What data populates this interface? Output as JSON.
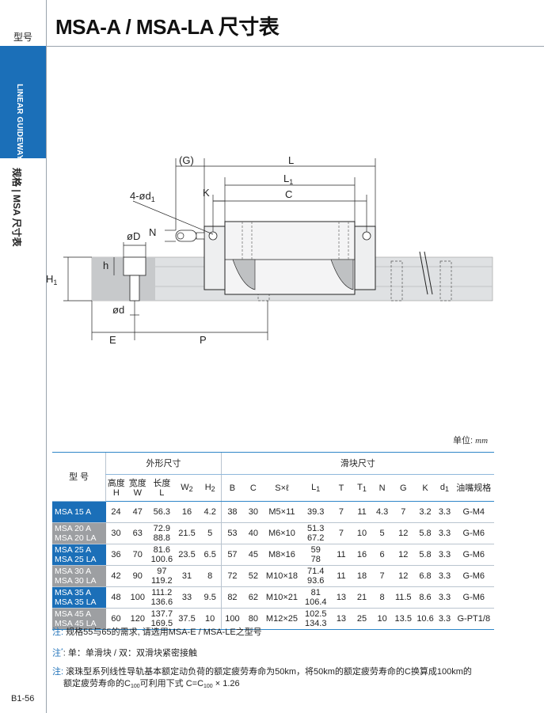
{
  "sidebar": {
    "label": "型号",
    "vertical_en": "LINEAR GUIDEWAY",
    "vertical_cn": "规格 | MSA 尺寸表",
    "page_number": "B1-56"
  },
  "header": {
    "title": "MSA-A / MSA-LA 尺寸表"
  },
  "diagram": {
    "labels": {
      "G": "(G)",
      "L": "L",
      "L1": "L",
      "L1_sub": "1",
      "C": "C",
      "K": "K",
      "hole": "4-ød",
      "hole_sub": "1",
      "N": "N",
      "D": "øD",
      "h": "h",
      "H1": "H",
      "H1_sub": "1",
      "d": "ød",
      "E": "E",
      "P": "P"
    }
  },
  "unit": {
    "prefix": "单位:",
    "value": "mm"
  },
  "table": {
    "model_header": "型 号",
    "group_outer": "外形尺寸",
    "group_block": "滑块尺寸",
    "col_H_top": "高度",
    "col_H": "H",
    "col_W_top": "宽度",
    "col_W": "W",
    "col_L_top": "长度",
    "col_L": "L",
    "col_W2": "W",
    "col_W2_sub": "2",
    "col_H2": "H",
    "col_H2_sub": "2",
    "col_B": "B",
    "col_C": "C",
    "col_SxL": "S×ℓ",
    "col_L1": "L",
    "col_L1_sub": "1",
    "col_T": "T",
    "col_T1": "T",
    "col_T1_sub": "1",
    "col_N": "N",
    "col_G": "G",
    "col_K": "K",
    "col_d1": "d",
    "col_d1_sub": "1",
    "col_nozzle": "油嘴规格",
    "rows": [
      {
        "m1": "MSA 15 A",
        "m2": "",
        "H": "24",
        "W": "47",
        "L1": "56.3",
        "L2": "",
        "W2": "16",
        "H2": "4.2",
        "B": "38",
        "C": "30",
        "S": "M5×11",
        "La": "39.3",
        "Lb": "",
        "T": "7",
        "T1": "11",
        "N": "4.3",
        "G": "7",
        "K": "3.2",
        "d1": "3.3",
        "nozzle": "G-M4"
      },
      {
        "m1": "MSA 20 A",
        "m2": "MSA 20 LA",
        "H": "30",
        "W": "63",
        "L1": "72.9",
        "L2": "88.8",
        "W2": "21.5",
        "H2": "5",
        "B": "53",
        "C": "40",
        "S": "M6×10",
        "La": "51.3",
        "Lb": "67.2",
        "T": "7",
        "T1": "10",
        "N": "5",
        "G": "12",
        "K": "5.8",
        "d1": "3.3",
        "nozzle": "G-M6"
      },
      {
        "m1": "MSA 25 A",
        "m2": "MSA 25 LA",
        "H": "36",
        "W": "70",
        "L1": "81.6",
        "L2": "100.6",
        "W2": "23.5",
        "H2": "6.5",
        "B": "57",
        "C": "45",
        "S": "M8×16",
        "La": "59",
        "Lb": "78",
        "T": "11",
        "T1": "16",
        "N": "6",
        "G": "12",
        "K": "5.8",
        "d1": "3.3",
        "nozzle": "G-M6"
      },
      {
        "m1": "MSA 30 A",
        "m2": "MSA 30 LA",
        "H": "42",
        "W": "90",
        "L1": "97",
        "L2": "119.2",
        "W2": "31",
        "H2": "8",
        "B": "72",
        "C": "52",
        "S": "M10×18",
        "La": "71.4",
        "Lb": "93.6",
        "T": "11",
        "T1": "18",
        "N": "7",
        "G": "12",
        "K": "6.8",
        "d1": "3.3",
        "nozzle": "G-M6"
      },
      {
        "m1": "MSA 35 A",
        "m2": "MSA 35 LA",
        "H": "48",
        "W": "100",
        "L1": "111.2",
        "L2": "136.6",
        "W2": "33",
        "H2": "9.5",
        "B": "82",
        "C": "62",
        "S": "M10×21",
        "La": "81",
        "Lb": "106.4",
        "T": "13",
        "T1": "21",
        "N": "8",
        "G": "11.5",
        "K": "8.6",
        "d1": "3.3",
        "nozzle": "G-M6"
      },
      {
        "m1": "MSA 45 A",
        "m2": "MSA 45 LA",
        "H": "60",
        "W": "120",
        "L1": "137.7",
        "L2": "169.5",
        "W2": "37.5",
        "H2": "10",
        "B": "100",
        "C": "80",
        "S": "M12×25",
        "La": "102.5",
        "Lb": "134.3",
        "T": "13",
        "T1": "25",
        "N": "10",
        "G": "13.5",
        "K": "10.6",
        "d1": "3.3",
        "nozzle": "G-PT1/8"
      }
    ]
  },
  "notes": [
    {
      "tag": "注:",
      "text": " 规格55与65的需求, 请选用MSA-E / MSA-LE之型号"
    },
    {
      "tag": "注",
      "sup": "*",
      "text": ": 单：单滑块 / 双：双滑块紧密接触"
    },
    {
      "tag": "注:",
      "text": " 滚珠型系列线性导轨基本额定动负荷的额定疲劳寿命为50km，将50km的额定疲劳寿命的C换算成100km的"
    }
  ],
  "note_cont": {
    "pre": "额定疲劳寿命的C",
    "sub1": "100",
    "mid": "可利用下式 C=C",
    "sub2": "100",
    "post": " × 1.26"
  },
  "colors": {
    "accent": "#1b6fb8",
    "gray_row": "#9d9fa2",
    "rule": "#2e86c8"
  }
}
